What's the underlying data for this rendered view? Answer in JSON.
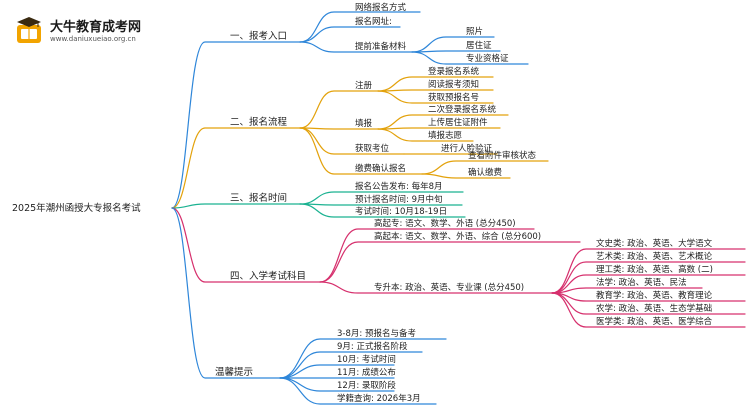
{
  "logo": {
    "title": "大牛教育成考网",
    "url": "www.daniuxueiao.org.cn",
    "icon": "graduation-cap-book-icon",
    "color": "#f2a400"
  },
  "root": "2025年潮州函授大专报名考试",
  "colors": {
    "b1": "#2e86d9",
    "b2": "#e3a20c",
    "b3": "#1bb291",
    "b4": "#d6306d",
    "b5": "#2e86d9"
  },
  "branches": {
    "b1": {
      "label": "一、报考入口",
      "n1": "网络报名方式",
      "n2": "报名网址:",
      "n3": "提前准备材料",
      "n3a": "照片",
      "n3b": "居住证",
      "n3c": "专业资格证"
    },
    "b2": {
      "label": "二、报名流程",
      "reg": "注册",
      "reg1": "登录报名系统",
      "reg2": "阅读报考须知",
      "reg3": "获取预报名号",
      "fill": "填报",
      "fill1": "二次登录报名系统",
      "fill2": "上传居住证附件",
      "fill3": "填报志愿",
      "seat": "获取考位",
      "seat1": "进行人脸验证",
      "pay": "缴费确认报名",
      "pay1": "查看附件审核状态",
      "pay2": "确认缴费"
    },
    "b3": {
      "label": "三、报名时间",
      "n1": "报名公告发布: 每年8月",
      "n2": "预计报名时间: 9月中旬",
      "n3": "考试时间: 10月18-19日"
    },
    "b4": {
      "label": "四、入学考试科目",
      "n1": "高起专: 语文、数学、外语 (总分450)",
      "n2": "高起本: 语文、数学、外语、综合 (总分600)",
      "n3": "专升本: 政治、英语、专业课 (总分450)",
      "s1": "文史类: 政治、英语、大学语文",
      "s2": "艺术类: 政治、英语、艺术概论",
      "s3": "理工类: 政治、英语、高数 (二)",
      "s4": "法学: 政治、英语、民法",
      "s5": "教育学: 政治、英语、教育理论",
      "s6": "农学: 政治、英语、生态学基础",
      "s7": "医学类: 政治、英语、医学综合"
    },
    "b5": {
      "label": "温馨提示",
      "n1": "3-8月: 预报名与备考",
      "n2": "9月: 正式报名阶段",
      "n3": "10月: 考试时间",
      "n4": "11月: 成绩公布",
      "n5": "12月: 录取阶段",
      "n6": "学籍查询: 2026年3月"
    }
  }
}
